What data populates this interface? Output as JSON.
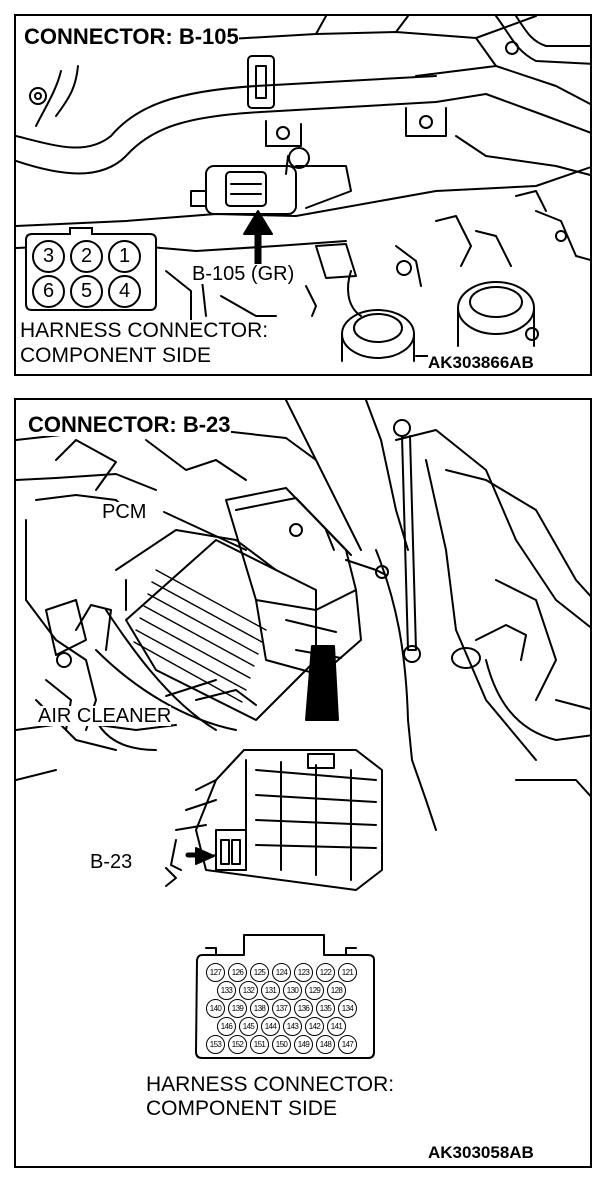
{
  "panel_top": {
    "title": "CONNECTOR: B-105",
    "connector_label": "B-105 (GR)",
    "harness_line1": "HARNESS CONNECTOR:",
    "harness_line2": "COMPONENT SIDE",
    "figure_code": "AK303866AB",
    "pins": [
      "3",
      "2",
      "1",
      "6",
      "5",
      "4"
    ]
  },
  "panel_bottom": {
    "title": "CONNECTOR: B-23",
    "pcm_label": "PCM",
    "air_cleaner_label": "AIR CLEANER",
    "connector_label": "B-23",
    "harness_line1": "HARNESS CONNECTOR:",
    "harness_line2": "COMPONENT SIDE",
    "figure_code": "AK303058AB",
    "pin_rows": [
      [
        "127",
        "126",
        "125",
        "124",
        "123",
        "122",
        "121"
      ],
      [
        "133",
        "132",
        "131",
        "130",
        "129",
        "128"
      ],
      [
        "140",
        "139",
        "138",
        "137",
        "136",
        "135",
        "134"
      ],
      [
        "146",
        "145",
        "144",
        "143",
        "142",
        "141"
      ],
      [
        "153",
        "152",
        "151",
        "150",
        "149",
        "148",
        "147"
      ]
    ]
  }
}
